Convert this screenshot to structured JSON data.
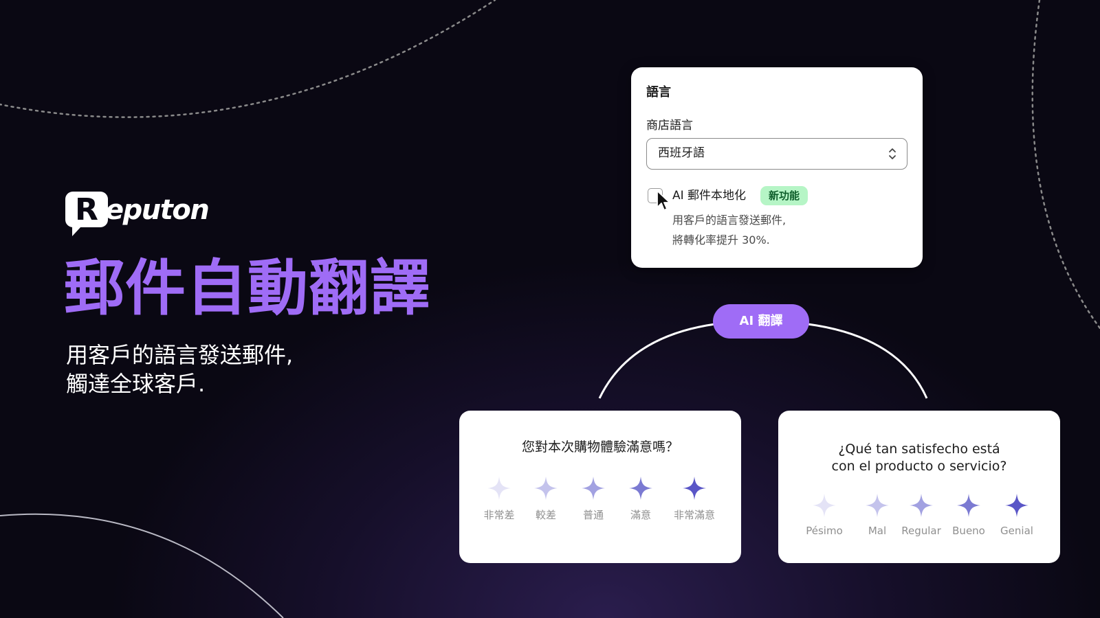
{
  "brand": {
    "logo_letter": "R",
    "logo_text": "eputon"
  },
  "hero": {
    "headline": "郵件自動翻譯",
    "subline_1": "用客戶的語言發送郵件,",
    "subline_2": "觸達全球客戶."
  },
  "language_card": {
    "title": "語言",
    "store_language_label": "商店語言",
    "store_language_value": "西班牙語",
    "ai_localization_label": "AI 郵件本地化",
    "new_badge": "新功能",
    "desc_line_1": "用客戶的語言發送郵件,",
    "desc_line_2": "將轉化率提升 30%.",
    "ai_localization_checked": false
  },
  "ai_pill": {
    "label": "AI 翻譯"
  },
  "survey_zh": {
    "question": "您對本次購物體驗滿意嗎？",
    "ratings": [
      {
        "label": "非常差",
        "color": "#e4e3f6"
      },
      {
        "label": "較差",
        "color": "#c4c3ec"
      },
      {
        "label": "普通",
        "color": "#a2a1e1"
      },
      {
        "label": "滿意",
        "color": "#7b7ad2"
      },
      {
        "label": "非常滿意",
        "color": "#5a56c7"
      }
    ]
  },
  "survey_es": {
    "question_line_1": "¿Qué tan satisfecho está",
    "question_line_2": "con el producto o servicio?",
    "ratings": [
      {
        "label": "Pésimo",
        "color": "#e4e3f6"
      },
      {
        "label": "Mal",
        "color": "#c4c3ec"
      },
      {
        "label": "Regular",
        "color": "#a2a1e1"
      },
      {
        "label": "Bueno",
        "color": "#7b7ad2"
      },
      {
        "label": "Genial",
        "color": "#5a56c7"
      }
    ]
  },
  "colors": {
    "accent_purple": "#9f6cf6",
    "badge_green_bg": "#b6f5c6",
    "badge_green_text": "#0d5d2a",
    "background_dark": "#0a0813"
  }
}
